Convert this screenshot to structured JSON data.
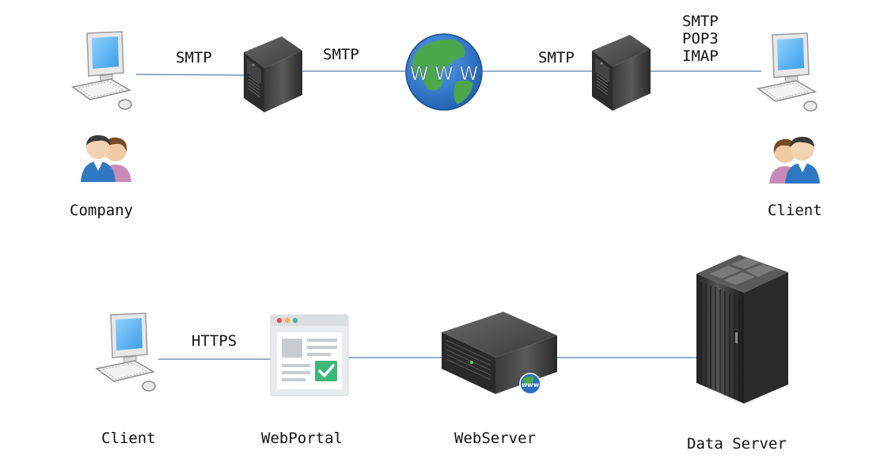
{
  "top_row": {
    "left_node_label": "Company",
    "right_node_label": "Client",
    "link_company_server": "SMTP",
    "link_server_www": "SMTP",
    "link_www_server": "SMTP",
    "link_server_client_lines": [
      "SMTP",
      "POP3",
      "IMAP"
    ],
    "globe_text": "W W W"
  },
  "bottom_row": {
    "client_label": "Client",
    "link_client_portal": "HTTPS",
    "portal_label": "WebPortal",
    "webserver_label": "WebServer",
    "dataserver_label": "Data Server",
    "webserver_badge": "www"
  },
  "colors": {
    "link_line": "#5a7fa8",
    "monitor_screen": "#5ab4f0",
    "globe_ocean": "#2a6fc4",
    "globe_land": "#4aa84a",
    "check_green": "#3cb878"
  }
}
